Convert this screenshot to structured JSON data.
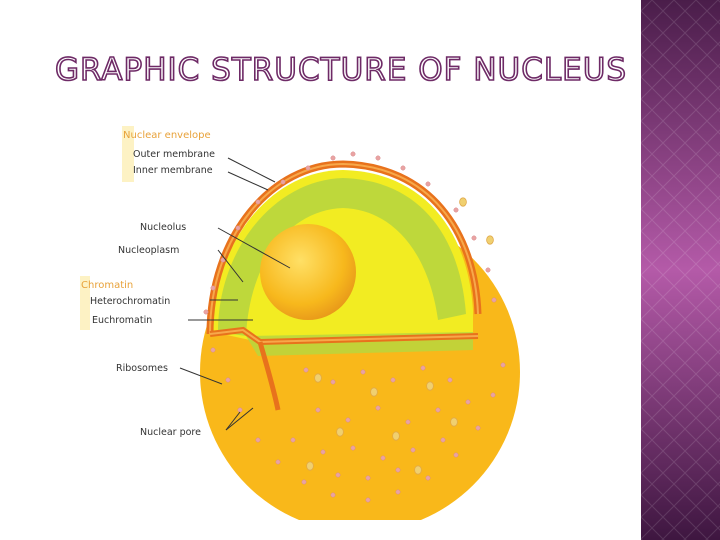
{
  "slide": {
    "title": "GRAPHIC STRUCTURE OF NUCLEUS",
    "sidebar_color": "#8a3e86"
  },
  "diagram": {
    "group_nuclear_envelope": "Nuclear envelope",
    "outer_membrane": "Outer membrane",
    "inner_membrane": "Inner membrane",
    "nucleolus": "Nucleolus",
    "nucleoplasm": "Nucleoplasm",
    "group_chromatin": "Chromatin",
    "heterochromatin": "Heterochromatin",
    "euchromatin": "Euchromatin",
    "ribosomes": "Ribosomes",
    "nuclear_pore": "Nuclear pore"
  },
  "colors": {
    "outer_sphere": "#f9b81a",
    "inner_yellow": "#f2ec22",
    "euchromatin_green": "#b8d63e",
    "membrane": "#e8721c",
    "label_bg": "#fdf2c4",
    "title_outline": "#6e2a66"
  }
}
